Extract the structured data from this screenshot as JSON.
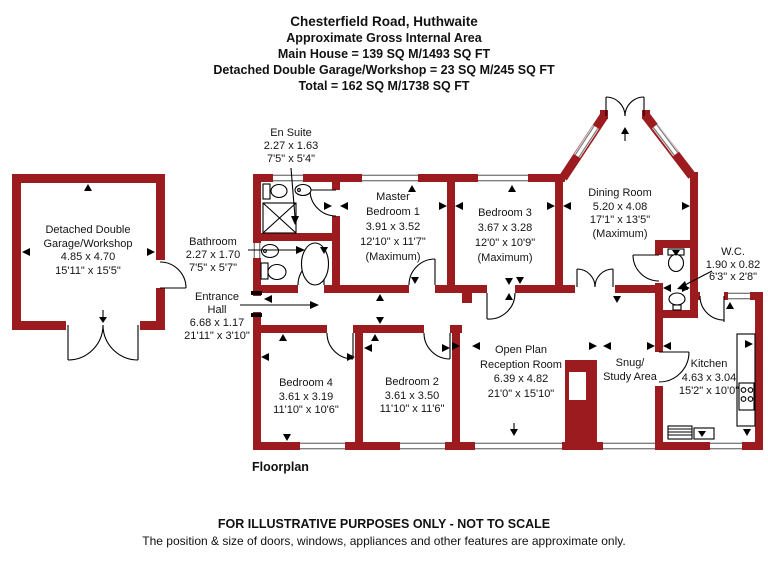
{
  "header": {
    "title": "Chesterfield Road, Huthwaite",
    "subtitle": "Approximate Gross Internal Area",
    "line3": "Main House = 139 SQ M/1493 SQ FT",
    "line4": "Detached Double Garage/Workshop = 23 SQ M/245 SQ FT",
    "line5": "Total = 162 SQ M/1738 SQ FT"
  },
  "rooms": {
    "garage": {
      "name1": "Detached Double",
      "name2": "Garage/Workshop",
      "metric": "4.85 x 4.70",
      "imperial": "15'11\" x 15'5\""
    },
    "en_suite": {
      "name1": "En Suite",
      "metric": "2.27 x 1.63",
      "imperial": "7'5\" x 5'4\""
    },
    "bathroom": {
      "name1": "Bathroom",
      "metric": "2.27 x 1.70",
      "imperial": "7'5\" x 5'7\""
    },
    "entrance_hall": {
      "name1": "Entrance",
      "name2": "Hall",
      "metric": "6.68 x 1.17",
      "imperial": "21'11\" x 3'10\""
    },
    "master_bedroom": {
      "name1": "Master",
      "name2": "Bedroom 1",
      "metric": "3.91 x 3.52",
      "imperial": "12'10\" x 11'7\"",
      "note": "(Maximum)"
    },
    "bedroom_3": {
      "name1": "Bedroom 3",
      "metric": "3.67 x 3.28",
      "imperial": "12'0\" x 10'9\"",
      "note": "(Maximum)"
    },
    "dining_room": {
      "name1": "Dining Room",
      "metric": "5.20 x 4.08",
      "imperial": "17'1\" x 13'5\"",
      "note": "(Maximum)"
    },
    "wc": {
      "name1": "W.C.",
      "metric": "1.90 x 0.82",
      "imperial": "6'3\" x 2'8\""
    },
    "kitchen": {
      "name1": "Kitchen",
      "metric": "4.63 x 3.04",
      "imperial": "15'2\" x 10'0\""
    },
    "snug": {
      "name1": "Snug/",
      "name2": "Study Area"
    },
    "reception": {
      "name1": "Open Plan",
      "name2": "Reception Room",
      "metric": "6.39 x 4.82",
      "imperial": "21'0\" x 15'10\""
    },
    "bedroom_4": {
      "name1": "Bedroom 4",
      "metric": "3.61 x 3.19",
      "imperial": "11'10\" x 10'6\""
    },
    "bedroom_2": {
      "name1": "Bedroom 2",
      "metric": "3.61 x 3.50",
      "imperial": "11'10\" x 11'6\""
    }
  },
  "plan_caption": "Floorplan",
  "footer": {
    "line1": "FOR ILLUSTRATIVE PURPOSES ONLY - NOT TO SCALE",
    "line2": "The position & size of doors, windows, appliances and other features are approximate only."
  },
  "colors": {
    "wall": "#9C1B1E",
    "window_glass": "#808080",
    "line": "#000000",
    "background": "#FFFFFF"
  }
}
